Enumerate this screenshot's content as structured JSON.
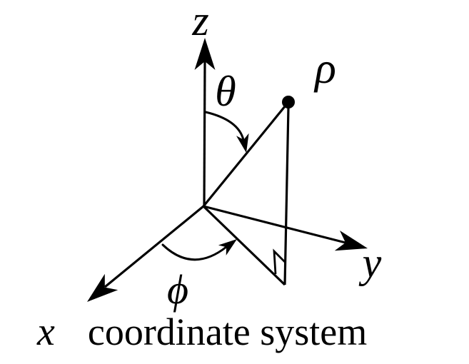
{
  "figure": {
    "background_color": "#ffffff",
    "ink_color": "#000000",
    "labels": {
      "z_axis": "z",
      "y_axis": "y",
      "x_axis": "x",
      "polar_angle": "θ",
      "azimuthal_angle": "ϕ",
      "radius_point": "ρ"
    },
    "caption_text": "coordinate system"
  }
}
